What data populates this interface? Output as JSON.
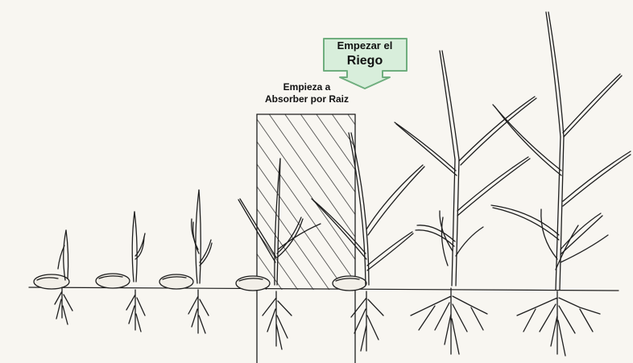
{
  "callout": {
    "line1": "Empezar el",
    "line2": "Riego",
    "border_color": "#6fae7e",
    "arrow_fill": "#d8eedb"
  },
  "absorption_label": {
    "line1": "Empieza a",
    "line2": "Absorber por Raiz"
  },
  "stages": [
    {
      "name": "seed-germinating"
    },
    {
      "name": "first-leaf"
    },
    {
      "name": "second-leaf"
    },
    {
      "name": "third-leaf"
    },
    {
      "name": "fourth-leaf"
    },
    {
      "name": "tillering"
    },
    {
      "name": "mature-plant"
    }
  ],
  "colors": {
    "ink": "#1e1e1e",
    "background": "#f8f6f1"
  }
}
